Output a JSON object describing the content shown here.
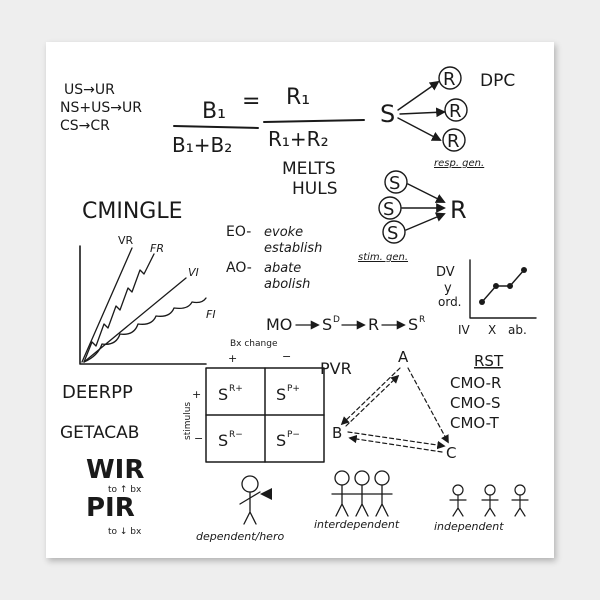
{
  "colors": {
    "ink": "#1a1a1a",
    "paper": "#ffffff",
    "background": "#eeeeee"
  },
  "contingencies": [
    "US→UR",
    "NS+US→UR",
    "CS→CR"
  ],
  "matching_law": {
    "lhs_top": "B₁",
    "lhs_bottom": "B₁+B₂",
    "rhs_top": "R₁",
    "rhs_bottom": "R₁+R₂",
    "equals": "="
  },
  "dpc": {
    "title": "DPC",
    "stimulus": "S",
    "response": "R",
    "caption": "resp. gen."
  },
  "stim_gen": {
    "stimulus": "S",
    "response": "R",
    "caption": "stim. gen."
  },
  "melts": "MELTS",
  "huls": "HULS",
  "cmingle": "CMINGLE",
  "eo_ao": {
    "eo": "EO-",
    "eo_words": [
      "evoke",
      "establish"
    ],
    "ao": "AO-",
    "ao_words": [
      "abate",
      "abolish"
    ]
  },
  "schedules": {
    "vr": "VR",
    "fr": "FR",
    "vi": "VI",
    "fi": "FI"
  },
  "dv_graph": {
    "dv": "DV",
    "y": "y",
    "ord": "ord.",
    "iv": "IV",
    "x": "X",
    "ab": "ab."
  },
  "mo_chain": {
    "mo": "MO",
    "sd": "S",
    "sd_sup": "D",
    "r": "R",
    "sr": "S",
    "sr_sup": "R"
  },
  "matrix": {
    "top_label": "Bx change",
    "plus": "+",
    "minus": "−",
    "side_label": "stimulus",
    "cells": [
      {
        "base": "S",
        "sup": "R+"
      },
      {
        "base": "S",
        "sup": "P+"
      },
      {
        "base": "S",
        "sup": "R−"
      },
      {
        "base": "S",
        "sup": "P−"
      }
    ]
  },
  "pvr": {
    "title": "PVR",
    "a": "A",
    "b": "B",
    "c": "C"
  },
  "rst": [
    "RST",
    "CMO-R",
    "CMO-S",
    "CMO-T"
  ],
  "deerpp": "DEERPP",
  "getacab": "GETACAB",
  "wir": {
    "label": "WIR",
    "sub": "to ↑ bx"
  },
  "pir": {
    "label": "PIR",
    "sub": "to ↓ bx"
  },
  "figures": [
    "dependent/hero",
    "interdependent",
    "independent"
  ]
}
